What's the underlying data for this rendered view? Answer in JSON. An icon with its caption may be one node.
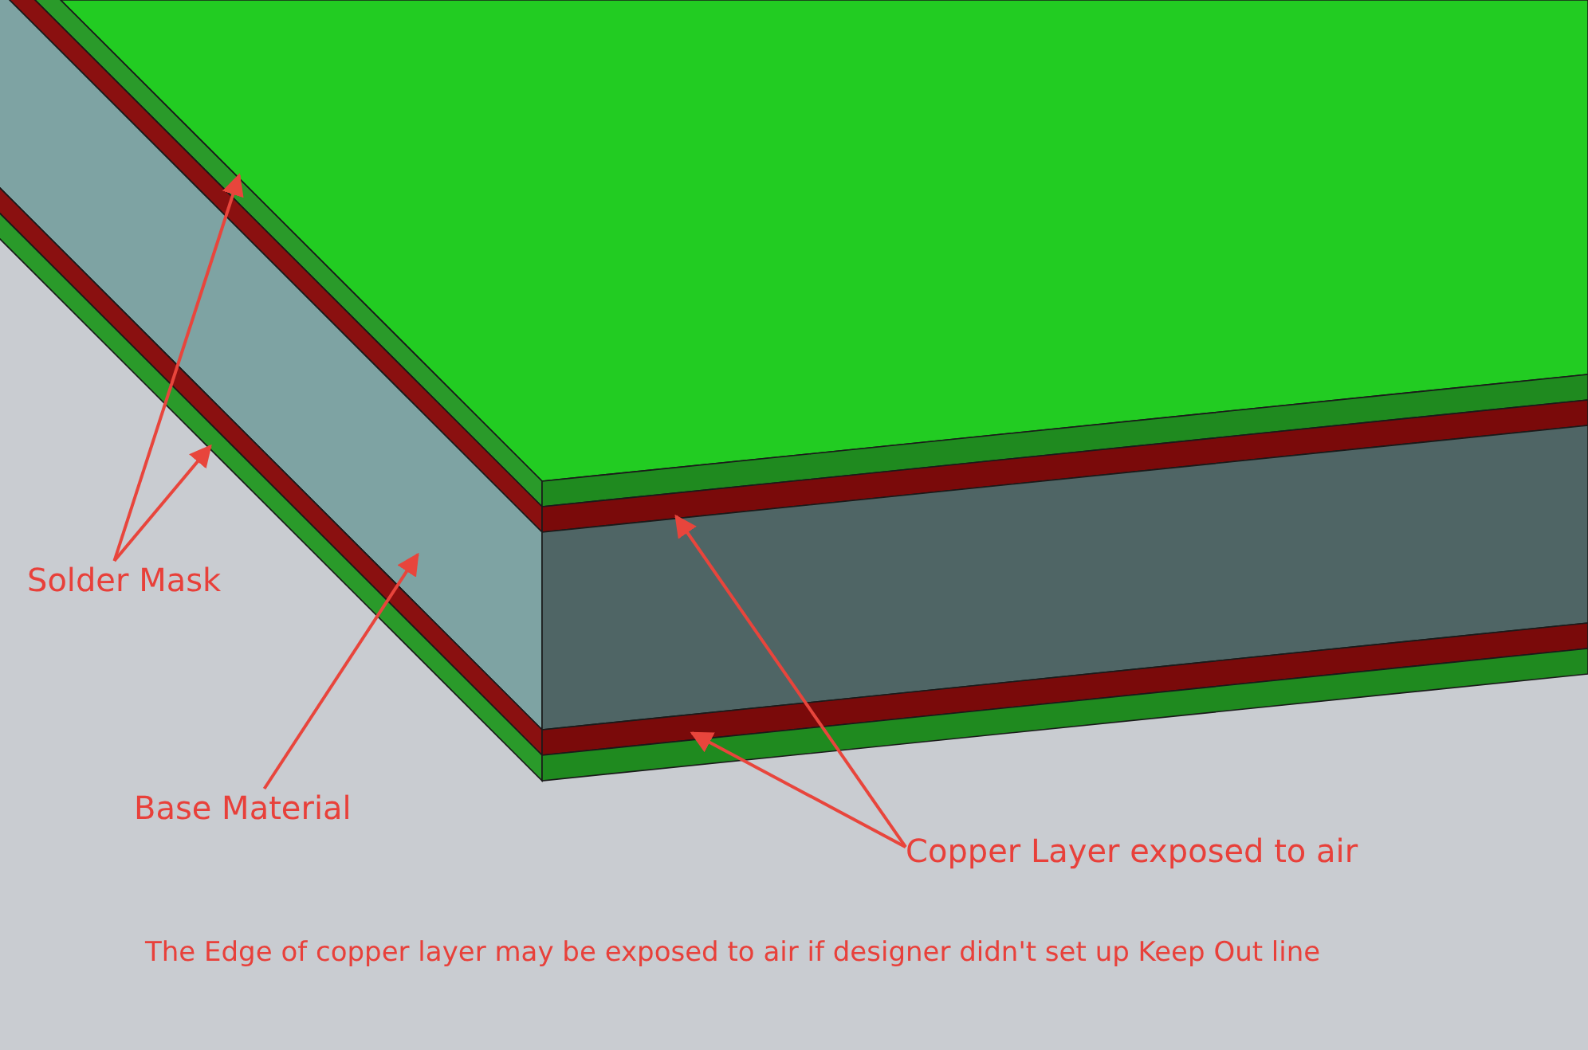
{
  "diagram": {
    "caption": "The Edge of copper layer may be exposed to air if designer didn't set up Keep Out line",
    "nodes": [
      {
        "text": [
          "Solder Mask"
        ]
      },
      {
        "text": [
          "Base Material"
        ]
      },
      {
        "text": [
          "Copper Layer exposed to air"
        ]
      }
    ],
    "edges": [
      {
        "from": 0,
        "to": null,
        "arrow": "to"
      },
      {
        "from": 0,
        "to": null,
        "arrow": "to"
      },
      {
        "from": 1,
        "to": null,
        "arrow": "to"
      },
      {
        "from": 2,
        "to": null,
        "arrow": "to"
      },
      {
        "from": 2,
        "to": null,
        "arrow": "to"
      }
    ]
  }
}
